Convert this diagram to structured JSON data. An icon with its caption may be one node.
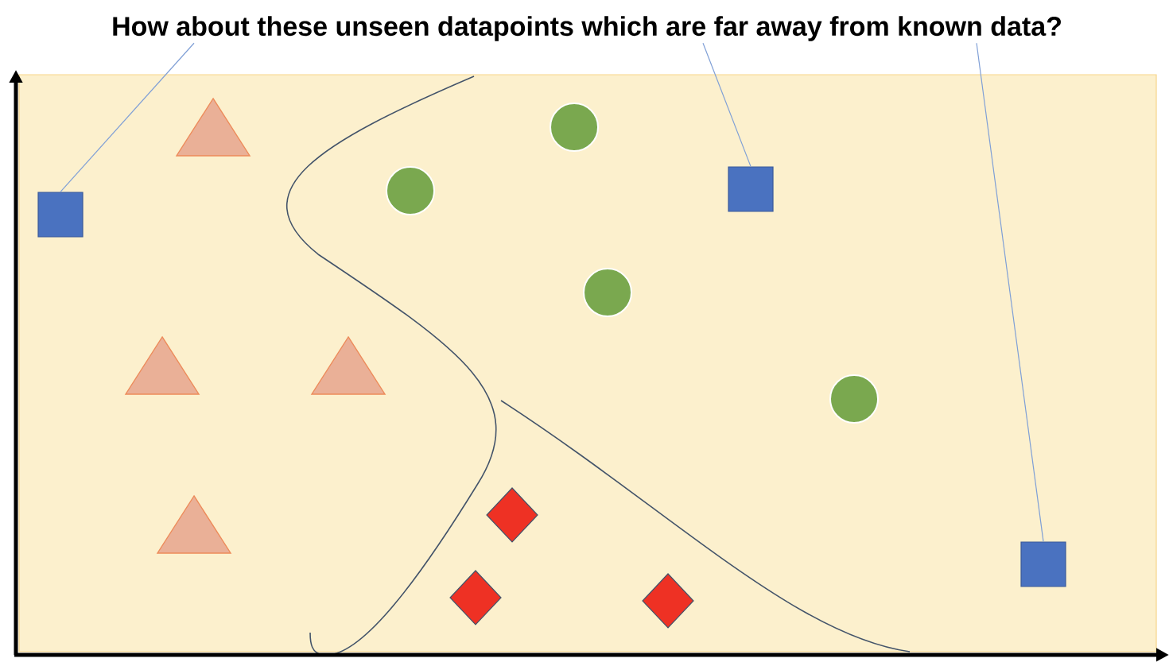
{
  "diagram": {
    "nodes": [
      {
        "text": [
          "How about these unseen datapoints which are far away from known data?"
        ]
      },
      {
        "text": [],
        "shape": "box"
      },
      {
        "text": [],
        "shape": "box"
      },
      {
        "text": [],
        "shape": "box"
      }
    ],
    "edges": [
      {
        "from": 0,
        "to": 1,
        "arrow": "none"
      },
      {
        "from": 0,
        "to": 2,
        "arrow": "none"
      },
      {
        "from": 0,
        "to": 3,
        "arrow": "none"
      }
    ]
  }
}
